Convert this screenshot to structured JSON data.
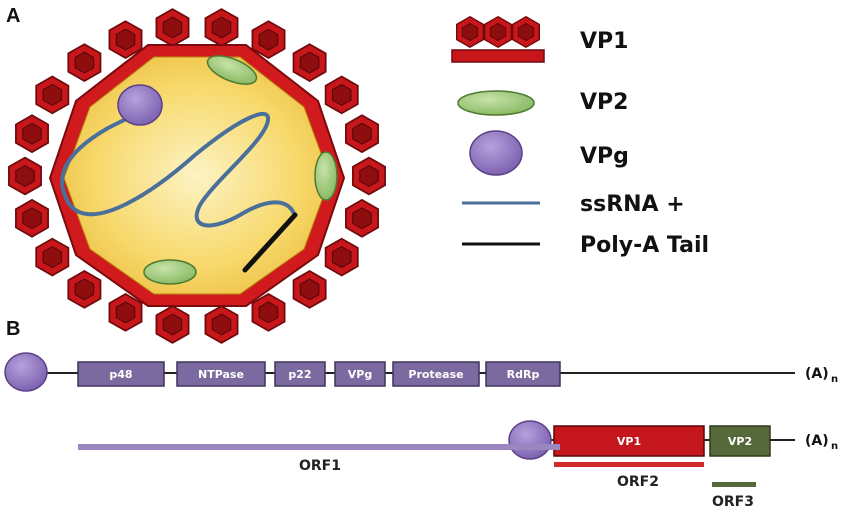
{
  "panel_labels": {
    "a": "A",
    "b": "B"
  },
  "legend": {
    "vp1": "VP1",
    "vp2": "VP2",
    "vpg": "VPg",
    "ssrna": "ssRNA +",
    "polya": "Poly-A Tail"
  },
  "genome": {
    "genes": [
      "p48",
      "NTPase",
      "p22",
      "VPg",
      "Protease",
      "RdRp"
    ],
    "subgenomic": [
      "VP1",
      "VP2"
    ],
    "polya_main": "(A)",
    "polya_sub": "n"
  },
  "orfs": {
    "orf1": "ORF1",
    "orf2": "ORF2",
    "orf3": "ORF3"
  },
  "colors": {
    "capsid_red": "#c8171b",
    "capsid_dark": "#8e0e10",
    "interior": "#f7d86a",
    "vp2_green": "#9ec878",
    "vpg_purple": "#8a70b8",
    "rna_blue": "#4a6f9a",
    "gene_box": "#7b6aa0",
    "vp1_box": "#c4161c",
    "vp2_box": "#56693a",
    "orf1_bar": "#9b87c0",
    "orf2_bar": "#d02a2a",
    "orf3_bar": "#56693a"
  },
  "icons": [
    "capsomer-icon",
    "vp2-ellipse-icon",
    "vpg-circle-icon",
    "rna-line-icon",
    "polya-line-icon"
  ]
}
